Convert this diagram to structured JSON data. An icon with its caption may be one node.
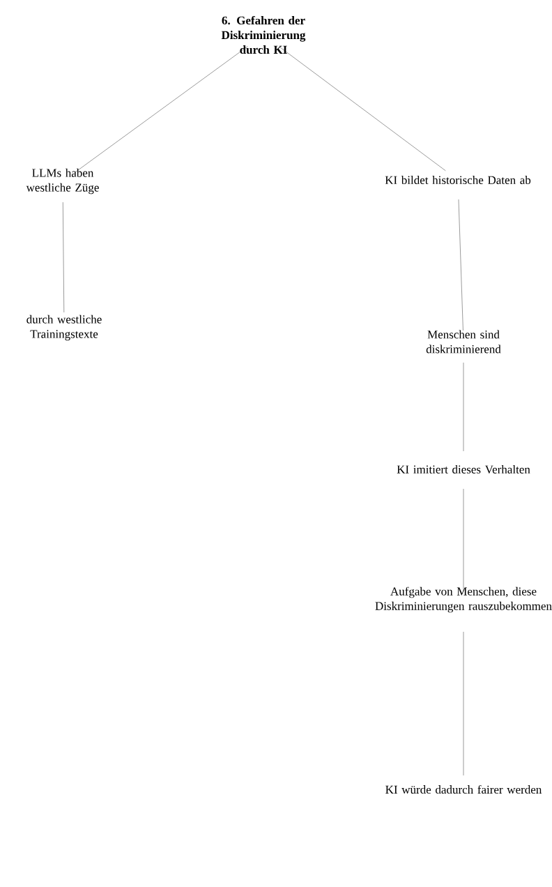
{
  "diagram": {
    "nodes": [
      {
        "text": [
          "6. Gefahren der Diskriminierung durch KI"
        ]
      },
      {
        "text": [
          "LLMs haben westliche Züge"
        ]
      },
      {
        "text": [
          "durch westliche Trainingstexte"
        ]
      },
      {
        "text": [
          "KI bildet historische Daten ab"
        ]
      },
      {
        "text": [
          "Menschen sind diskriminierend"
        ]
      },
      {
        "text": [
          "KI imitiert dieses Verhalten"
        ]
      },
      {
        "text": [
          "Aufgabe von Menschen, diese Diskriminierungen rauszubekommen"
        ]
      },
      {
        "text": [
          "KI würde dadurch fairer werden"
        ]
      }
    ],
    "edges": [
      {
        "from": 0,
        "to": 1,
        "arrow": "none"
      },
      {
        "from": 1,
        "to": 2,
        "arrow": "none"
      },
      {
        "from": 0,
        "to": 3,
        "arrow": "none"
      },
      {
        "from": 3,
        "to": 4,
        "arrow": "none"
      },
      {
        "from": 4,
        "to": 5,
        "arrow": "none"
      },
      {
        "from": 5,
        "to": 6,
        "arrow": "none"
      },
      {
        "from": 6,
        "to": 7,
        "arrow": "none"
      }
    ]
  }
}
